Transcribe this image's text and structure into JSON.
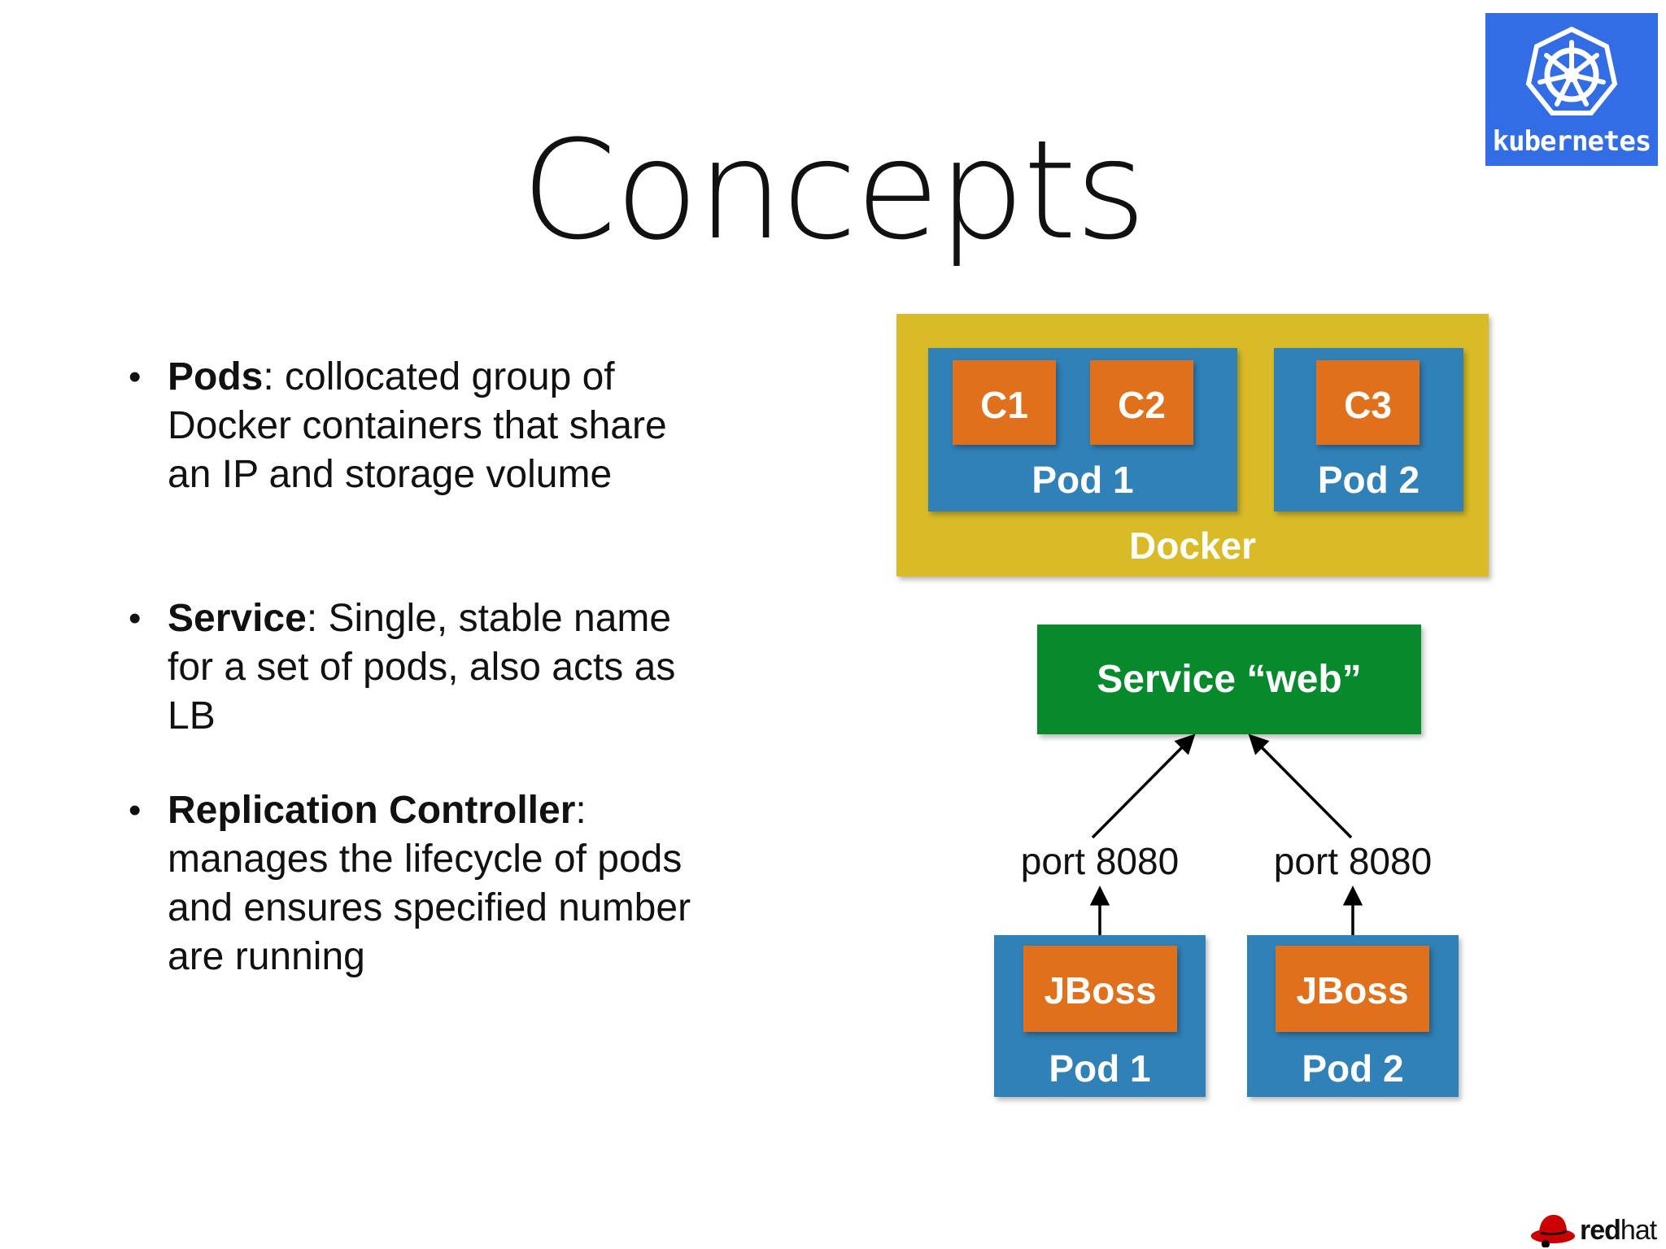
{
  "slide": {
    "title": "Concepts",
    "logo_text": "kubernetes",
    "footer_logo": {
      "red": "red",
      "hat": "hat"
    }
  },
  "bullets": [
    {
      "term": "Pods",
      "text": ": collocated group of Docker containers that share an IP and storage volume"
    },
    {
      "term": "Service",
      "text": ": Single, stable name for a set of pods, also acts as LB"
    },
    {
      "term": "Replication Controller",
      "text": ": manages the lifecycle of pods and ensures specified number are running"
    }
  ],
  "diagram_top": {
    "host_label": "Docker",
    "pods": [
      {
        "label": "Pod 1",
        "containers": [
          "C1",
          "C2"
        ]
      },
      {
        "label": "Pod 2",
        "containers": [
          "C3"
        ]
      }
    ]
  },
  "diagram_bottom": {
    "service_label": "Service “web”",
    "pods": [
      {
        "label": "Pod 1",
        "app": "JBoss",
        "port": "port 8080"
      },
      {
        "label": "Pod 2",
        "app": "JBoss",
        "port": "port 8080"
      }
    ]
  },
  "colors": {
    "docker": "#d9bb27",
    "pod": "#3081b8",
    "container": "#e0701b",
    "service": "#068a2c",
    "kubernetes": "#326de6",
    "redhat": "#cc0000"
  },
  "icons": [
    "kubernetes-helm-icon",
    "redhat-shadowman-icon",
    "bullet-dot"
  ]
}
